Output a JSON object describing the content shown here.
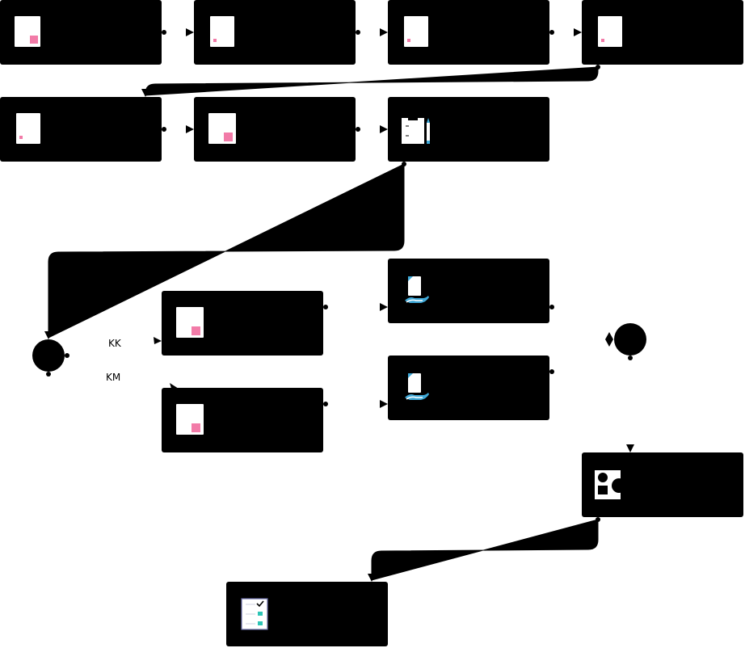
{
  "diagram": {
    "colors": {
      "node_fill": "#000000",
      "edge": "#000000",
      "page": "#ffffff",
      "doc_accent": "#f27ba8",
      "hand_accent": "#3fa9d8",
      "check_accent": "#2ec4b6"
    },
    "nodes": [
      {
        "id": "task-1",
        "icon": "document-icon"
      },
      {
        "id": "task-2",
        "icon": "document-icon"
      },
      {
        "id": "task-3",
        "icon": "document-icon"
      },
      {
        "id": "task-4",
        "icon": "document-icon"
      },
      {
        "id": "task-5",
        "icon": "document-icon"
      },
      {
        "id": "task-6",
        "icon": "document-icon"
      },
      {
        "id": "task-7",
        "icon": "clipboard-pencil-icon"
      },
      {
        "id": "task-8",
        "icon": "document-icon"
      },
      {
        "id": "task-9",
        "icon": "document-icon"
      },
      {
        "id": "task-10",
        "icon": "hand-document-icon"
      },
      {
        "id": "task-11",
        "icon": "hand-document-icon"
      },
      {
        "id": "task-12",
        "icon": "shapes-icon"
      },
      {
        "id": "task-13",
        "icon": "checklist-icon"
      }
    ],
    "gateways": [
      {
        "id": "split-gateway"
      },
      {
        "id": "merge-gateway"
      }
    ],
    "edge_labels": [
      {
        "id": "label-kk",
        "text": "KK"
      },
      {
        "id": "label-km",
        "text": "KM"
      }
    ]
  }
}
